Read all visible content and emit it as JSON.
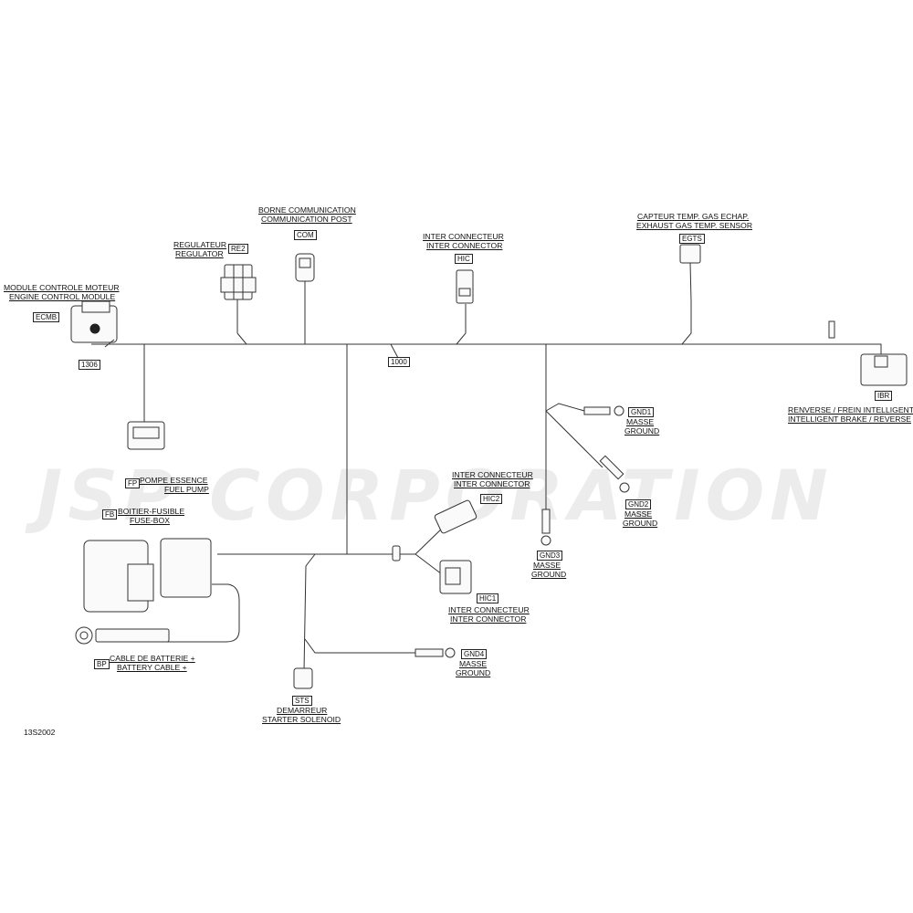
{
  "watermark": "JSP CORPORATION",
  "drawing_number": "13S2002",
  "harness_number": "1000",
  "clamp_number": "1306",
  "components": {
    "ecmb": {
      "tag": "ECMB",
      "fr": "MODULE CONTROLE MOTEUR",
      "en": "ENGINE CONTROL MODULE"
    },
    "re2": {
      "tag": "RE2",
      "fr": "REGULATEUR",
      "en": "REGULATOR"
    },
    "com": {
      "tag": "COM",
      "fr": "BORNE COMMUNICATION",
      "en": "COMMUNICATION POST"
    },
    "hic": {
      "tag": "HIC",
      "fr": "INTER CONNECTEUR",
      "en": "INTER CONNECTOR"
    },
    "egts": {
      "tag": "EGTS",
      "fr": "CAPTEUR TEMP. GAS ECHAP.",
      "en": "EXHAUST GAS TEMP. SENSOR"
    },
    "ibr": {
      "tag": "IBR",
      "fr": "RENVERSE / FREIN INTELLIGENT",
      "en": "INTELLIGENT BRAKE / REVERSE"
    },
    "gnd1": {
      "tag": "GND1",
      "fr": "MASSE",
      "en": "GROUND"
    },
    "gnd2": {
      "tag": "GND2",
      "fr": "MASSE",
      "en": "GROUND"
    },
    "gnd3": {
      "tag": "GND3",
      "fr": "MASSE",
      "en": "GROUND"
    },
    "gnd4": {
      "tag": "GND4",
      "fr": "MASSE",
      "en": "GROUND"
    },
    "fp": {
      "tag": "FP",
      "fr": "POMPE ESSENCE",
      "en": "FUEL PUMP"
    },
    "fb": {
      "tag": "FB",
      "fr": "BOITIER-FUSIBLE",
      "en": "FUSE-BOX"
    },
    "hic2": {
      "tag": "HIC2",
      "fr": "INTER CONNECTEUR",
      "en": "INTER CONNECTOR"
    },
    "hic1": {
      "tag": "HIC1",
      "fr": "INTER CONNECTEUR",
      "en": "INTER CONNECTOR"
    },
    "bp": {
      "tag": "BP",
      "fr": "CABLE DE BATTERIE +",
      "en": "BATTERY CABLE +"
    },
    "sts": {
      "tag": "STS",
      "fr": "DEMARREUR",
      "en": "STARTER SOLENOID"
    }
  }
}
